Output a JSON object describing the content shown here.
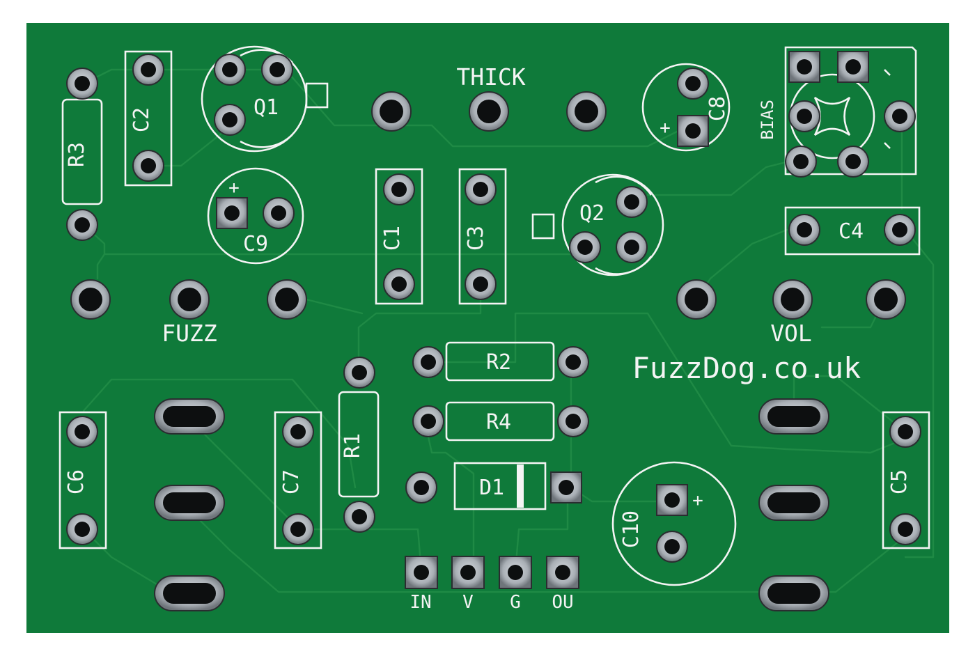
{
  "board": {
    "colors": {
      "solder_mask": "#0f7a3a",
      "silkscreen": "#f4f4f4",
      "pad": "#b9bec4",
      "trace": "#1f8a45"
    },
    "website": "FuzzDog.co.uk",
    "controls": [
      "THICK",
      "FUZZ",
      "VOL",
      "BIAS"
    ],
    "components": [
      "Q1",
      "Q2",
      "C1",
      "C2",
      "C3",
      "C4",
      "C5",
      "C6",
      "C7",
      "C8",
      "C9",
      "C10",
      "R1",
      "R2",
      "R3",
      "R4",
      "D1"
    ],
    "polarity": "+",
    "io": [
      "IN",
      "V",
      "G",
      "OU"
    ]
  }
}
